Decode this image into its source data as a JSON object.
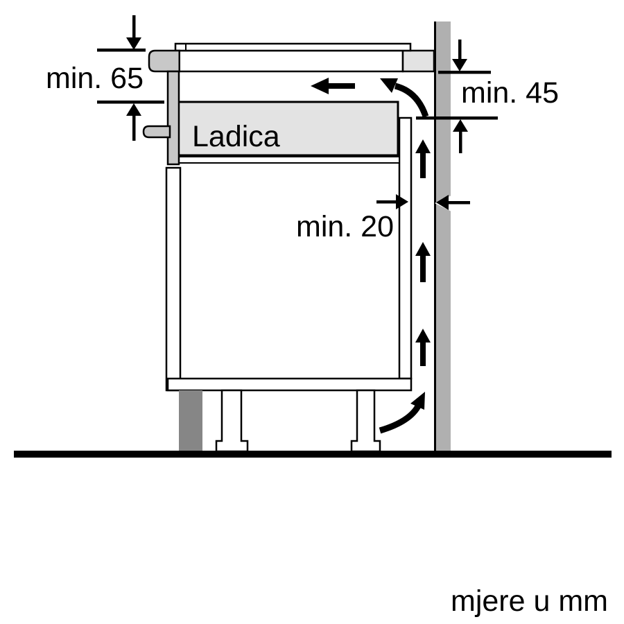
{
  "diagram": {
    "title_context": "appliance installation clearance diagram",
    "labels": {
      "dim_left": "min. 65",
      "dim_right": "min. 45",
      "dim_gap": "min. 20",
      "drawer": "Ladica",
      "units": "mjere u mm"
    },
    "values": {
      "clearance_below_worktop_mm": 65,
      "clearance_back_top_mm": 45,
      "gap_to_wall_mm": 20
    },
    "colors": {
      "line": "#000000",
      "trim": "#c8c8c8",
      "panel_light": "#e3e3e3",
      "wall": "#b0b0b0",
      "plinth": "#868686",
      "bg": "#ffffff"
    }
  }
}
